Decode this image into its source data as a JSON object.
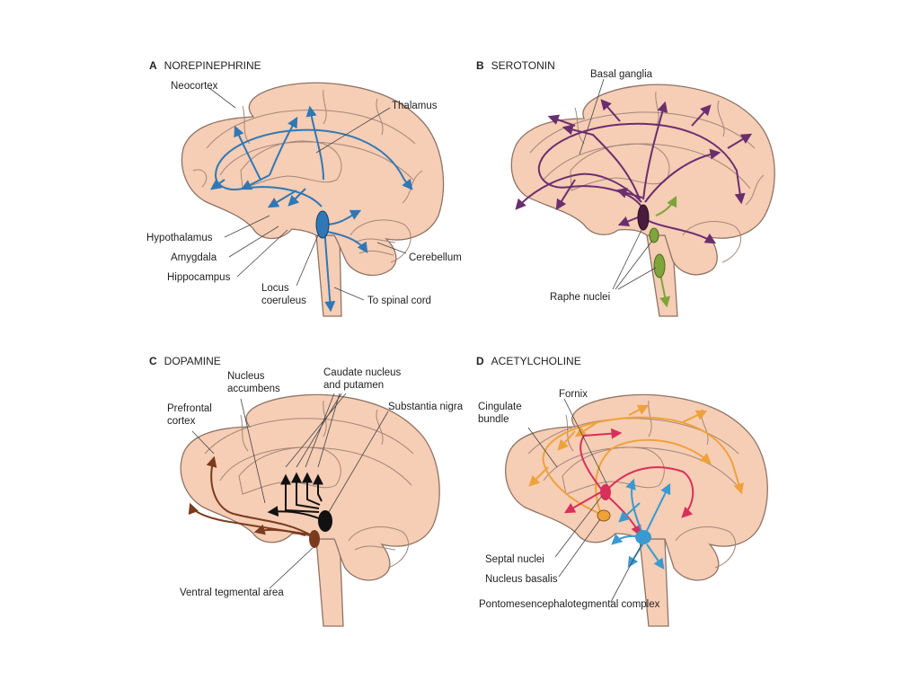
{
  "colors": {
    "background": "#ffffff",
    "brain_fill": "#f6cdb5",
    "brain_outline": "#8e7466",
    "norepinephrine": "#2f78b5",
    "serotonin": "#6a2e6e",
    "serotonin_nuclei": "#7fa53a",
    "dopamine": "#111111",
    "dopamine_prefrontal": "#7a3b1c",
    "acetylcholine_blue": "#3a9ad0",
    "acetylcholine_red": "#d8305a",
    "acetylcholine_orange": "#eea23a"
  },
  "panels": {
    "a": {
      "letter": "A",
      "title": "NOREPINEPHRINE",
      "labels": {
        "neocortex": "Neocortex",
        "thalamus": "Thalamus",
        "hypothalamus": "Hypothalamus",
        "amygdala": "Amygdala",
        "hippocampus": "Hippocampus",
        "locus_1": "Locus",
        "locus_2": "coeruleus",
        "cerebellum": "Cerebellum",
        "spinal": "To spinal cord"
      }
    },
    "b": {
      "letter": "B",
      "title": "SEROTONIN",
      "labels": {
        "basal_ganglia": "Basal ganglia",
        "raphe": "Raphe nuclei"
      }
    },
    "c": {
      "letter": "C",
      "title": "DOPAMINE",
      "labels": {
        "nucleus_1": "Nucleus",
        "nucleus_2": "accumbens",
        "caudate_1": "Caudate nucleus",
        "caudate_2": "and putamen",
        "substantia": "Substantia nigra",
        "prefrontal_1": "Prefrontal",
        "prefrontal_2": "cortex",
        "vta": "Ventral tegmental area"
      }
    },
    "d": {
      "letter": "D",
      "title": "ACETYLCHOLINE",
      "labels": {
        "cingulate_1": "Cingulate",
        "cingulate_2": "bundle",
        "fornix": "Fornix",
        "septal": "Septal nuclei",
        "basalis": "Nucleus basalis",
        "ponto": "Pontomesencephalotegmental complex"
      }
    }
  }
}
